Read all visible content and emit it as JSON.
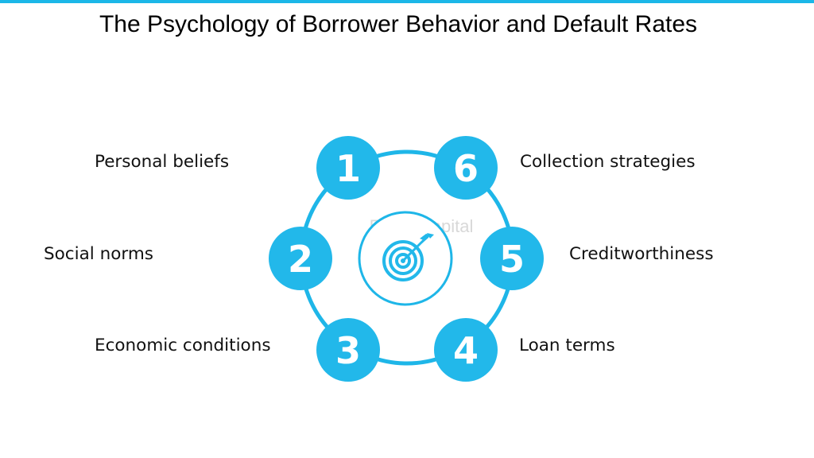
{
  "title": "The Psychology of Borrower Behavior and Default Rates",
  "colors": {
    "accent": "#1bb7e8",
    "circle_fill": "#22b8ea",
    "ring": "#1eb6e8",
    "text": "#111111"
  },
  "factors": [
    {
      "number": "1",
      "label": "Personal beliefs"
    },
    {
      "number": "2",
      "label": "Social norms"
    },
    {
      "number": "3",
      "label": "Economic conditions"
    },
    {
      "number": "4",
      "label": "Loan terms"
    },
    {
      "number": "5",
      "label": "Creditworthiness"
    },
    {
      "number": "6",
      "label": "Collection strategies"
    }
  ],
  "center_icon": "target-icon",
  "watermark": "FasterCapital"
}
